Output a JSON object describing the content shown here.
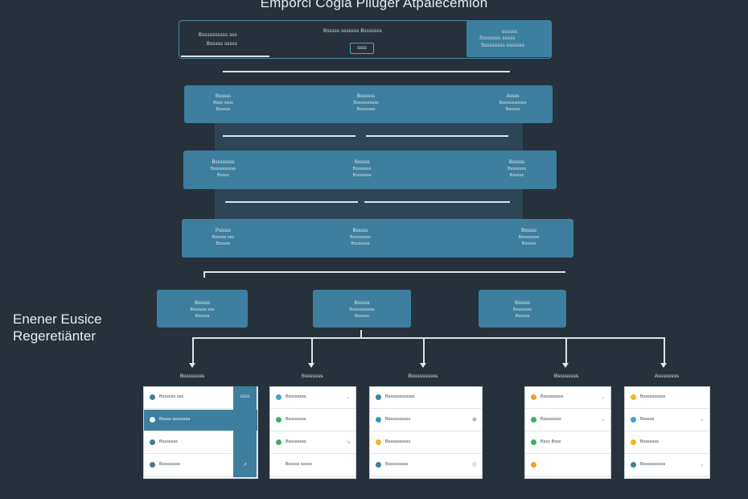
{
  "title": "Emporci Cogla Pliuger Atpalecemion",
  "side_label": [
    "Enener Eusice",
    "Regeretiänter"
  ],
  "header": {
    "left_lines": [
      "Bssssssssss sss",
      "Bsssss sssss"
    ],
    "center_line": "Bsssss sssssss Bsssssss",
    "button": "ssss",
    "accent_lines": [
      "ssssss",
      "Ssssssss sssss",
      "Sssssssss sssssss"
    ]
  },
  "bands": [
    {
      "cells": [
        {
          "t": "Bsssss",
          "l": [
            "Bsss ssss",
            "Bsssss"
          ]
        },
        {
          "t": "Bssssss",
          "l": [
            "Bssssssssss",
            "Bsssssss"
          ]
        },
        {
          "t": "Assss",
          "l": [
            "Bsssssssssss",
            "Bsssss"
          ]
        }
      ]
    },
    {
      "cells": [
        {
          "t": "Bssssssss",
          "l": [
            "Bssssssssss",
            "Bssss"
          ]
        },
        {
          "t": "Ssssss",
          "l": [
            "Bsssssss",
            "Bsssssss"
          ]
        },
        {
          "t": "Bsssss",
          "l": [
            "Bsssssss",
            "Bsssss"
          ]
        }
      ]
    },
    {
      "cells": [
        {
          "t": "Psssss",
          "l": [
            "Bsssss sss",
            "Bsssss"
          ]
        },
        {
          "t": "Bsssss",
          "l": [
            "Bssssssss",
            "Bsssssss"
          ]
        },
        {
          "t": "Bsssss",
          "l": [
            "Bssssssss",
            "Bsssss"
          ]
        }
      ]
    }
  ],
  "nodes": [
    {
      "t": "Bsssss",
      "l": [
        "Bssssss sss",
        "Bsssss"
      ]
    },
    {
      "t": "Bsssss",
      "l": [
        "Bssssssssss",
        "Bsssss"
      ]
    },
    {
      "t": "Bsssss",
      "l": [
        "Bsssssss",
        "Bsssss"
      ]
    }
  ],
  "columns": [
    {
      "label": "Bssssssss",
      "rows": [
        {
          "text": "Bssssss sss",
          "color": "#3e7e9e",
          "icon": "ssss",
          "selected": false
        },
        {
          "text": "Bssss ssssssss",
          "color": "#3e7e9e",
          "icon": "",
          "selected": true
        },
        {
          "text": "Bsssssss",
          "color": "#3e7e9e",
          "icon": "",
          "selected": false
        },
        {
          "text": "Bssssssss",
          "color": "#3e7e9e",
          "icon": "↗",
          "selected": false
        }
      ]
    },
    {
      "label": "Ssssssss",
      "rows": [
        {
          "text": "Bssssssss",
          "color": "#3ea0c8",
          "icon": "⌄",
          "selected": false
        },
        {
          "text": "Bssssssss",
          "color": "#3bb15e",
          "icon": "",
          "selected": false
        },
        {
          "text": "Bssssssss",
          "color": "#3bb15e",
          "icon": "↘",
          "selected": false
        },
        {
          "text": "Bsssss sssss",
          "color": "",
          "icon": "",
          "selected": false
        }
      ]
    },
    {
      "label": "Bssssssssss",
      "rows": [
        {
          "text": "Bssssssssssss",
          "color": "#3e7e9e",
          "icon": "",
          "selected": false
        },
        {
          "text": "Bssssssssss",
          "color": "#2c9bb8",
          "icon": "◉",
          "selected": false
        },
        {
          "text": "Bssssssssss",
          "color": "#f0b429",
          "icon": "",
          "selected": false
        },
        {
          "text": "Bsssssssss",
          "color": "#3e7e9e",
          "icon": "◎",
          "selected": false
        }
      ]
    },
    {
      "label": "Bssssssss",
      "rows": [
        {
          "text": "Bsssssssss",
          "color": "#f0a030",
          "icon": "⌄",
          "selected": false
        },
        {
          "text": "Bssssssss",
          "color": "#3bb15e",
          "icon": "⌄",
          "selected": false
        },
        {
          "text": "Bsss Bsss",
          "color": "#3bb15e",
          "icon": "",
          "selected": false
        },
        {
          "text": "",
          "color": "#f0a030",
          "icon": "",
          "selected": false
        }
      ]
    },
    {
      "label": "Assssssss",
      "rows": [
        {
          "text": "Bssssssssss",
          "color": "#f0b429",
          "icon": "",
          "selected": false
        },
        {
          "text": "Bsssss",
          "color": "#3ea0c8",
          "icon": "⌄",
          "selected": false
        },
        {
          "text": "Bsssssss",
          "color": "#f0b429",
          "icon": "",
          "selected": false
        },
        {
          "text": "Bssssssssss",
          "color": "#3e7e9e",
          "icon": "⌄",
          "selected": false
        }
      ]
    }
  ]
}
